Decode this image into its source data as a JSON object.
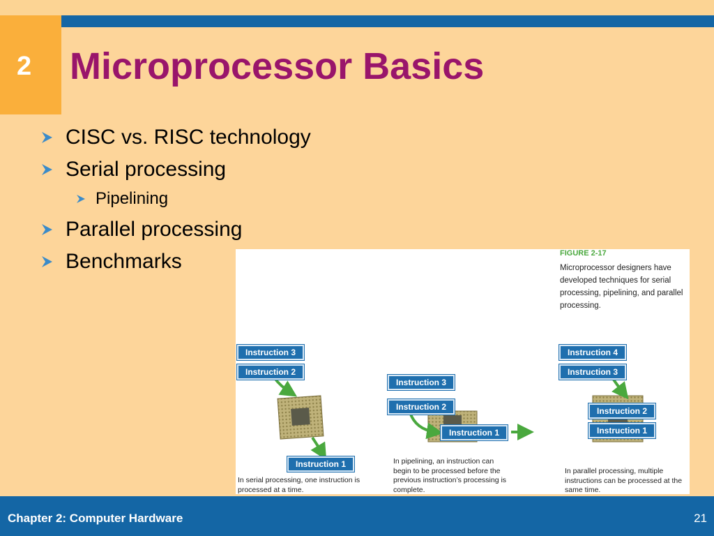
{
  "slide": {
    "chapter_number": "2",
    "title": "Microprocessor Basics",
    "bullets": [
      {
        "text": "CISC vs. RISC technology",
        "level": 1
      },
      {
        "text": "Serial processing",
        "level": 1
      },
      {
        "text": "Pipelining",
        "level": 2
      },
      {
        "text": "Parallel processing",
        "level": 1
      },
      {
        "text": "Benchmarks",
        "level": 1
      }
    ]
  },
  "figure": {
    "label": "FIGURE 2-17",
    "caption": "Microprocessor designers have developed techniques for serial processing, pipelining, and parallel processing.",
    "serial": {
      "chips": [
        "Instruction 3",
        "Instruction 2",
        "Instruction 1"
      ],
      "description": "In serial processing, one instruction is processed at a time."
    },
    "pipelining": {
      "chips": [
        "Instruction 3",
        "Instruction 2",
        "Instruction 1"
      ],
      "description": "In pipelining, an instruction can begin to be processed before the previous instruction’s processing is complete."
    },
    "parallel": {
      "chips": [
        "Instruction 4",
        "Instruction 3",
        "Instruction 2",
        "Instruction 1"
      ],
      "description": "In parallel processing, multiple instructions can be processed at the same time."
    }
  },
  "footer": {
    "chapter_title": "Chapter 2: Computer Hardware",
    "page_number": "21"
  },
  "colors": {
    "background": "#FDD59A",
    "accent_orange": "#FAAF3B",
    "title_magenta": "#99156B",
    "bar_blue": "#1466A5",
    "bullet_arrow": "#3B8BC9",
    "figure_green": "#4AA83E",
    "chip_blue": "#1F6FAE"
  }
}
